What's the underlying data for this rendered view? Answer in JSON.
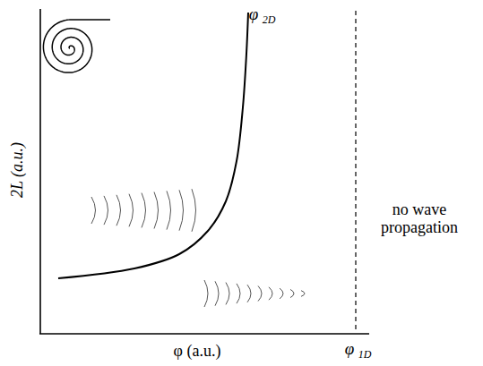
{
  "diagram": {
    "labels": [
      "2L (a.u.)",
      "φ",
      "2D",
      "φ (a.u.)",
      "φ",
      "1D",
      "no wave propagation"
    ]
  }
}
